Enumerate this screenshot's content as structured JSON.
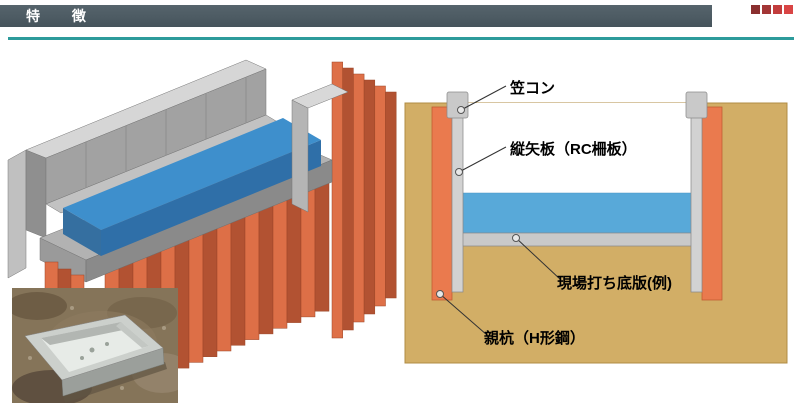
{
  "slide": {
    "title": "特 徴",
    "header_bg": "#4d5a62",
    "rule_color": "#2d9b9b",
    "deco_squares": [
      "#8a2f2f",
      "#a33636",
      "#c23d3d",
      "#d94545"
    ]
  },
  "cross_section": {
    "labels": {
      "cap_concrete": "笠コン",
      "vertical_sheet_board": "縦矢板（RC柵板）",
      "cast_in_place_bottom_slab": "現場打ち底版(例)",
      "soldier_pile": "親杭（H形鋼）"
    },
    "colors": {
      "soil": "#d2ae66",
      "pile": "#ea7a4e",
      "concrete": "#cccccc",
      "water": "#58a9d9"
    }
  },
  "rendering_3d": {
    "colors": {
      "concrete": "#c9c9c9",
      "water": "#3e8fcc",
      "pile": "#de7048"
    }
  }
}
